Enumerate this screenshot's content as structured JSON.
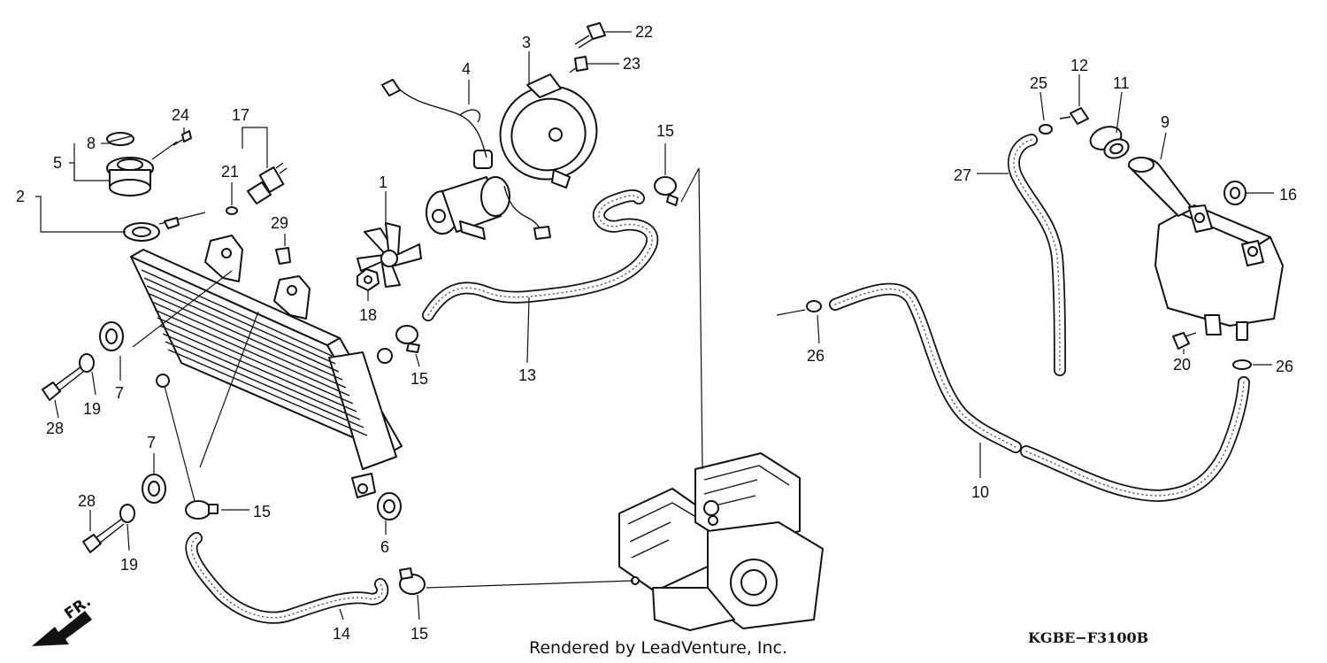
{
  "diagram": {
    "parts": {
      "p1": "1",
      "p2": "2",
      "p3": "3",
      "p4": "4",
      "p5": "5",
      "p6": "6",
      "p7": "7",
      "p8": "8",
      "p9": "9",
      "p10": "10",
      "p11": "11",
      "p12": "12",
      "p13": "13",
      "p14": "14",
      "p15": "15",
      "p16": "16",
      "p17": "17",
      "p18": "18",
      "p19": "19",
      "p20": "20",
      "p21": "21",
      "p22": "22",
      "p23": "23",
      "p24": "24",
      "p25": "25",
      "p26": "26",
      "p27": "27",
      "p28": "28",
      "p29": "29"
    },
    "front_indicator": "FR.",
    "credit": "Rendered by LeadVenture, Inc.",
    "diagram_code": "KGBE−F3100B"
  }
}
